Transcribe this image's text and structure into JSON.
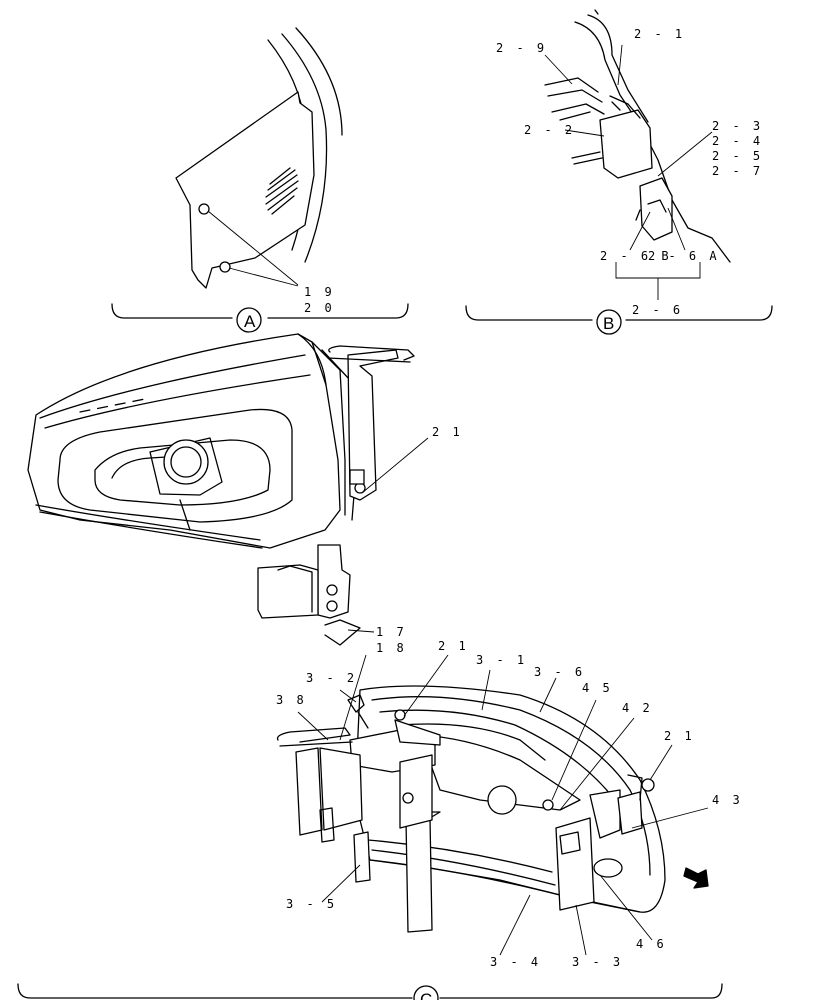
{
  "sections": {
    "a": "A",
    "b": "B",
    "c": "C"
  },
  "labels": {
    "p19": "1 9",
    "p20": "2 0",
    "p2_1": "2 - 1",
    "p2_9": "2 - 9",
    "p2_2": "2 - 2",
    "p2_3": "2 - 3",
    "p2_4": "2 - 4",
    "p2_5": "2 - 5",
    "p2_7": "2 - 7",
    "p2_6b": "2 - 6 B",
    "p2_6a": "2 - 6 A",
    "p2_6": "2 - 6",
    "p21_main": "2 1",
    "p17": "1 7",
    "p18": "1 8",
    "p21_c1": "2 1",
    "p3_1": "3 - 1",
    "p3_6": "3 - 6",
    "p3_2": "3 - 2",
    "p38": "3 8",
    "p45": "4 5",
    "p42": "4 2",
    "p21_c2": "2 1",
    "p43": "4 3",
    "p3_5": "3 - 5",
    "p3_4": "3 - 4",
    "p3_3": "3 - 3",
    "p46": "4 6"
  }
}
